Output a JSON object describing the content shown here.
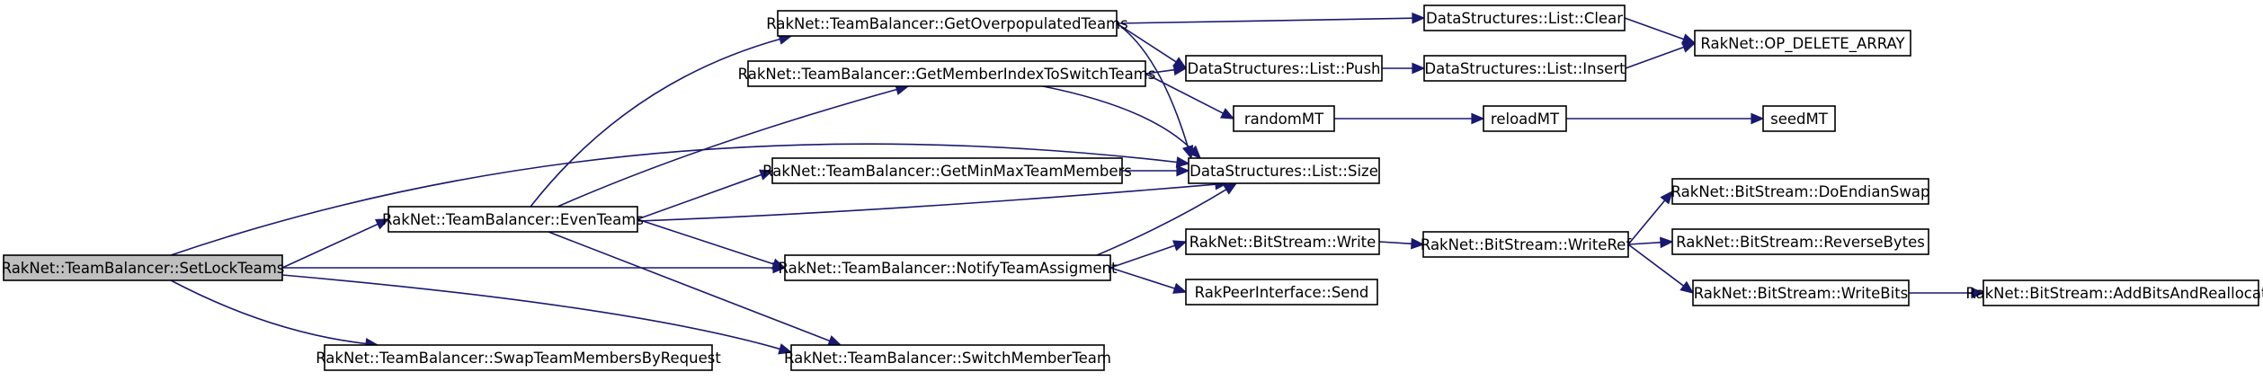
{
  "diagram": {
    "type": "call-graph",
    "colors": {
      "edge": "#191970",
      "root_fill": "#bfbfbf",
      "node_fill": "#ffffff",
      "node_border": "#000000"
    },
    "nodes": [
      {
        "id": "setlock",
        "label": "RakNet::TeamBalancer::SetLockTeams",
        "root": true
      },
      {
        "id": "even",
        "label": "RakNet::TeamBalancer::EvenTeams"
      },
      {
        "id": "swapreq",
        "label": "RakNet::TeamBalancer::SwapTeamMembersByRequest"
      },
      {
        "id": "overpop",
        "label": "RakNet::TeamBalancer::GetOverpopulatedTeams"
      },
      {
        "id": "memidx",
        "label": "RakNet::TeamBalancer::GetMemberIndexToSwitchTeams"
      },
      {
        "id": "minmax",
        "label": "RakNet::TeamBalancer::GetMinMaxTeamMembers"
      },
      {
        "id": "notify",
        "label": "RakNet::TeamBalancer::NotifyTeamAssigment"
      },
      {
        "id": "switch",
        "label": "RakNet::TeamBalancer::SwitchMemberTeam"
      },
      {
        "id": "clear",
        "label": "DataStructures::List::Clear"
      },
      {
        "id": "push",
        "label": "DataStructures::List::Push"
      },
      {
        "id": "randmt",
        "label": "randomMT"
      },
      {
        "id": "size",
        "label": "DataStructures::List::Size"
      },
      {
        "id": "write",
        "label": "RakNet::BitStream::Write"
      },
      {
        "id": "send",
        "label": "RakPeerInterface::Send"
      },
      {
        "id": "opdel",
        "label": "RakNet::OP_DELETE_ARRAY"
      },
      {
        "id": "insert",
        "label": "DataStructures::List::Insert"
      },
      {
        "id": "reload",
        "label": "reloadMT"
      },
      {
        "id": "writeref",
        "label": "RakNet::BitStream::WriteRef"
      },
      {
        "id": "seed",
        "label": "seedMT"
      },
      {
        "id": "endian",
        "label": "RakNet::BitStream::DoEndianSwap"
      },
      {
        "id": "revbytes",
        "label": "RakNet::BitStream::ReverseBytes"
      },
      {
        "id": "writebits",
        "label": "RakNet::BitStream::WriteBits"
      },
      {
        "id": "addbits",
        "label": "RakNet::BitStream::AddBitsAndReallocate"
      }
    ],
    "edges": [
      {
        "from": "setlock",
        "to": "even"
      },
      {
        "from": "setlock",
        "to": "size"
      },
      {
        "from": "setlock",
        "to": "notify"
      },
      {
        "from": "setlock",
        "to": "switch"
      },
      {
        "from": "setlock",
        "to": "swapreq"
      },
      {
        "from": "even",
        "to": "overpop"
      },
      {
        "from": "even",
        "to": "memidx"
      },
      {
        "from": "even",
        "to": "minmax"
      },
      {
        "from": "even",
        "to": "size"
      },
      {
        "from": "even",
        "to": "notify"
      },
      {
        "from": "even",
        "to": "switch"
      },
      {
        "from": "overpop",
        "to": "clear"
      },
      {
        "from": "overpop",
        "to": "push"
      },
      {
        "from": "overpop",
        "to": "size"
      },
      {
        "from": "memidx",
        "to": "push"
      },
      {
        "from": "memidx",
        "to": "randmt"
      },
      {
        "from": "memidx",
        "to": "size"
      },
      {
        "from": "minmax",
        "to": "size"
      },
      {
        "from": "notify",
        "to": "size"
      },
      {
        "from": "notify",
        "to": "write"
      },
      {
        "from": "notify",
        "to": "send"
      },
      {
        "from": "clear",
        "to": "opdel"
      },
      {
        "from": "push",
        "to": "insert"
      },
      {
        "from": "insert",
        "to": "opdel"
      },
      {
        "from": "randmt",
        "to": "reload"
      },
      {
        "from": "reload",
        "to": "seed"
      },
      {
        "from": "write",
        "to": "writeref"
      },
      {
        "from": "writeref",
        "to": "endian"
      },
      {
        "from": "writeref",
        "to": "revbytes"
      },
      {
        "from": "writeref",
        "to": "writebits"
      },
      {
        "from": "writebits",
        "to": "addbits"
      }
    ]
  }
}
